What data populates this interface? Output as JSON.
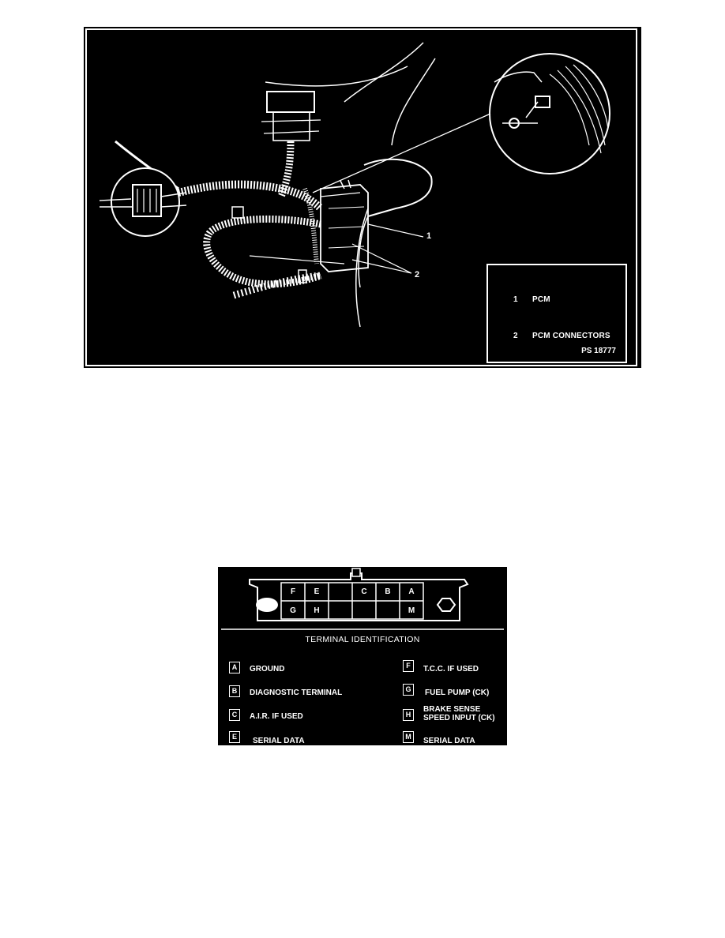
{
  "pcm_figure": {
    "callouts": {
      "one": "1",
      "two": "2"
    },
    "legend": [
      {
        "num": "1",
        "label": "PCM"
      },
      {
        "num": "2",
        "label": "PCM CONNECTORS"
      }
    ],
    "figure_id": "PS 18777"
  },
  "connector_figure": {
    "pins_top": [
      "F",
      "E",
      "",
      "C",
      "B",
      "A"
    ],
    "pins_bottom": [
      "G",
      "H",
      "",
      "",
      "",
      "M"
    ],
    "title": "TERMINAL IDENTIFICATION",
    "terminals_left": [
      {
        "letter": "A",
        "desc": "GROUND"
      },
      {
        "letter": "B",
        "desc": "DIAGNOSTIC TERMINAL"
      },
      {
        "letter": "C",
        "desc": "A.I.R. IF USED"
      },
      {
        "letter": "E",
        "desc": "SERIAL DATA"
      }
    ],
    "terminals_right": [
      {
        "letter": "F",
        "desc": "T.C.C. IF USED"
      },
      {
        "letter": "G",
        "desc": "FUEL PUMP (CK)"
      },
      {
        "letter": "H",
        "desc": "BRAKE SENSE\nSPEED INPUT (CK)"
      },
      {
        "letter": "M",
        "desc": "SERIAL DATA"
      }
    ]
  }
}
